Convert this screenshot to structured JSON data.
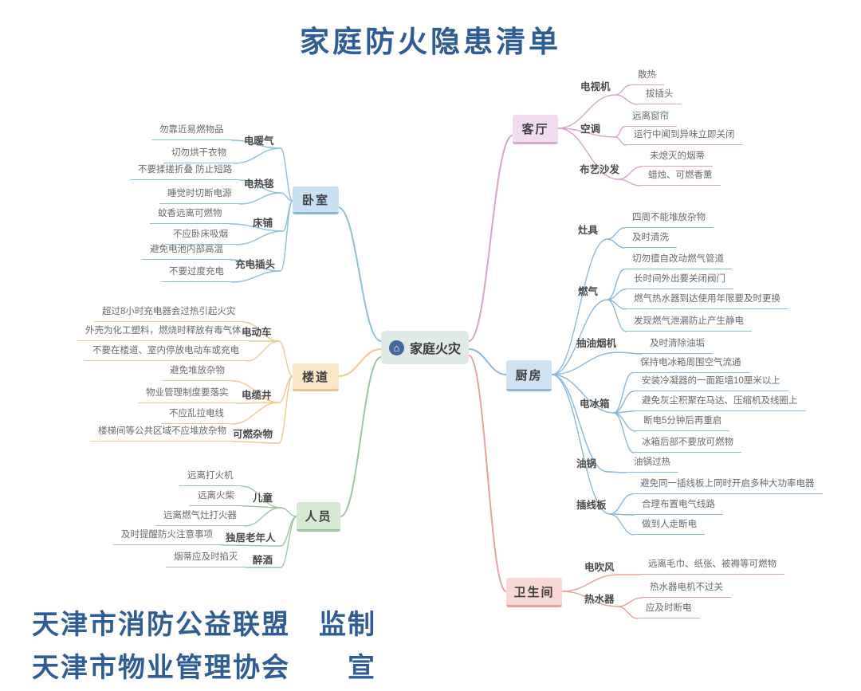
{
  "title": "家庭防火隐患清单",
  "center": {
    "label": "家庭火灾",
    "icon": "home-icon"
  },
  "footer": {
    "line1": "天津市消防公益联盟　监制",
    "line2": "天津市物业管理协会　　宣"
  },
  "branches": [
    {
      "id": "bedroom",
      "label": "卧室",
      "subs": [
        {
          "label": "电暖气",
          "tips": [
            "勿靠近易燃物品",
            "切勿烘干衣物"
          ]
        },
        {
          "label": "电热毯",
          "tips": [
            "不要揉搓折叠 防止短路",
            "睡觉时切断电源"
          ]
        },
        {
          "label": "床铺",
          "tips": [
            "蚊香远离可燃物",
            "不应卧床吸烟"
          ]
        },
        {
          "label": "充电插头",
          "tips": [
            "避免电池内部高温",
            "不要过度充电"
          ]
        }
      ]
    },
    {
      "id": "corridor",
      "label": "楼道",
      "subs": [
        {
          "label": "电动车",
          "tips": [
            "超过8小时充电器会过热引起火灾",
            "外壳为化工塑料，燃烧时释放有毒气体",
            "不要在楼道、室内停放电动车或充电"
          ]
        },
        {
          "label": "电缆井",
          "tips": [
            "避免堆放杂物",
            "物业管理制度要落实",
            "不应乱拉电线"
          ]
        },
        {
          "label": "可燃杂物",
          "tips": [
            "楼梯间等公共区域不应堆放杂物"
          ]
        }
      ]
    },
    {
      "id": "people",
      "label": "人员",
      "subs": [
        {
          "label": "儿童",
          "tips": [
            "远离打火机",
            "远离火柴",
            "远离燃气灶打火器"
          ]
        },
        {
          "label": "独居老年人",
          "tips": [
            "及时提醒防火注意事项"
          ]
        },
        {
          "label": "醉酒",
          "tips": [
            "烟蒂应及时掐灭"
          ]
        }
      ]
    },
    {
      "id": "living_room",
      "label": "客厅",
      "subs": [
        {
          "label": "电视机",
          "tips": [
            "散热",
            "拔插头"
          ]
        },
        {
          "label": "空调",
          "tips": [
            "远离窗帘",
            "运行中闻到异味立即关闭"
          ]
        },
        {
          "label": "布艺沙发",
          "tips": [
            "未熄灭的烟蒂",
            "蜡烛、可燃香薰"
          ]
        }
      ]
    },
    {
      "id": "kitchen",
      "label": "厨房",
      "subs": [
        {
          "label": "灶具",
          "tips": [
            "四周不能堆放杂物",
            "及时清洗"
          ]
        },
        {
          "label": "燃气",
          "tips": [
            "切勿擅自改动燃气管道",
            "长时间外出要关闭阀门",
            "燃气热水器到达使用年限要及时更换",
            "发现燃气泄漏防止产生静电"
          ]
        },
        {
          "label": "抽油烟机",
          "tips": [
            "及时清除油垢"
          ]
        },
        {
          "label": "电冰箱",
          "tips": [
            "保持电冰箱周围空气流通",
            "安装冷凝器的一面距墙10厘米以上",
            "避免灰尘积聚在马达、压缩机及线圈上",
            "断电5分钟后再重启",
            "冰箱后部不要放可燃物"
          ]
        },
        {
          "label": "油锅",
          "tips": [
            "油锅过热"
          ]
        },
        {
          "label": "插线板",
          "tips": [
            "避免同一插线板上同时开启多种大功率电器",
            "合理布置电气线路",
            "做到人走断电"
          ]
        }
      ]
    },
    {
      "id": "bathroom",
      "label": "卫生间",
      "subs": [
        {
          "label": "电吹风",
          "tips": [
            "远离毛巾、纸张、被褥等可燃物"
          ]
        },
        {
          "label": "热水器",
          "tips": [
            "热水器电机不过关",
            "应及时断电"
          ]
        }
      ]
    }
  ],
  "colors": {
    "title_text": "#2e5c94",
    "center_bg": "#e0ebe8",
    "center_icon_bg": "#42699e",
    "branch_styles": {
      "bedroom": {
        "line": "#8cc0d8",
        "bg": "#c7e0f2",
        "border": "#8ab8d8"
      },
      "corridor": {
        "line": "#edc98e",
        "bg": "#fbe6c5",
        "border": "#e9c488"
      },
      "people": {
        "line": "#9cc6a1",
        "bg": "#d6e9d3",
        "border": "#9cc6a1"
      },
      "living_room": {
        "line": "#d6a3cb",
        "bg": "#f2dcef",
        "border": "#d8a9cf"
      },
      "kitchen": {
        "line": "#8ab9dd",
        "bg": "#cfe2f3",
        "border": "#8ab9dd"
      },
      "bathroom": {
        "line": "#e5a29a",
        "bg": "#f8d7d4",
        "border": "#e3a199"
      }
    }
  }
}
